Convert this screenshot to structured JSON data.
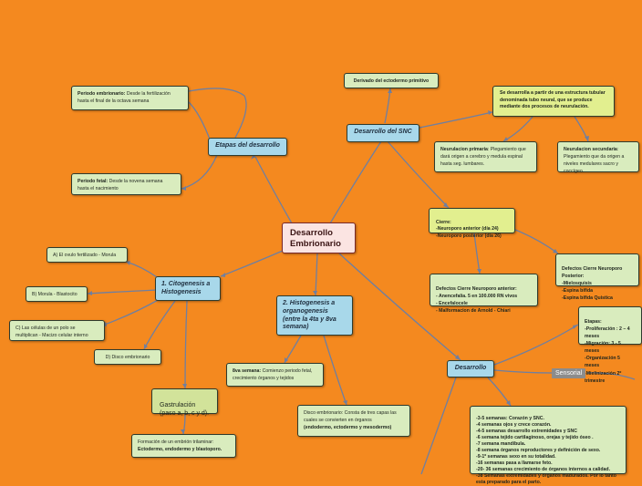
{
  "central": {
    "text": "Desarrollo Embrionario"
  },
  "topics": {
    "etapas": "Etapas del desarrollo",
    "snc": "Desarrollo del SNC",
    "citogenesis": "1. Citogenesis a Histogenesis",
    "histogenesis": "2. Histogenesis a organogenesis (entre la 4ta y 8va semana)",
    "desarrollo": "Desarrollo"
  },
  "sensorial": "Sensorial",
  "nodes": {
    "periodo_embrionario": {
      "bold": "Periodo embrionario:",
      "text": " Desde la fertilización hasta el final de la octava semana"
    },
    "periodo_fetal": {
      "bold": "Periodo fetal:",
      "text": " Desde la novena semana hasta el nacimiento"
    },
    "derivado": {
      "bold": "Derivado del ectodermo primitivo"
    },
    "placa_neural": {
      "bold": "Se desarrolla a partir de una estructura tubular denominada tubo neural, que se produce mediante dos procesos de neurulación."
    },
    "neurulacion_primaria": {
      "bold": "Neurulacion primaria",
      "text": ": Plegamiento que dará origen a cerebro y medula espinal hasta seg. lumbares."
    },
    "neurulacion_secundaria": {
      "bold": "Neurulacion secundaria",
      "text": ": Plegamiento que da origen a niveles medulares sacro y coccígeo."
    },
    "cierre": {
      "text": "Cierre:\n-Neuroporo anterior (día 24)\n-Neuroporo posterior (día 26)"
    },
    "defectos_posterior": {
      "text": "Defectos Cierre Neuroporo Posterior:\n-Mielosquisis\n-Espina bifida\n-Espina bifida Quistica"
    },
    "defectos_anterior": {
      "text": "Defectos Cierre Neuroporo anterior:\n- Anencefalia. 5 en 100.000 RN vivos\n- Encefalocele\n- Malformacion de Arnold - Chiari"
    },
    "ovulo": {
      "text": "A) El ovulo fertilizado - Morula"
    },
    "morula": {
      "text": "B) Morula - Blastocito"
    },
    "celulas": {
      "text": "C) Las células de un polo se multiplican - Macizo celular interno"
    },
    "disco": {
      "text": "D) Disco embrionario"
    },
    "gastrulacion": {
      "text": "Gastrulación\n(paso a, b, c y d)."
    },
    "formacion": {
      "text": "Formación de un embrión trilaminar:",
      "bold": "Ectodermo, endodermo y blastoporo."
    },
    "semana8": {
      "bold": "8va semana:",
      "text": " Comienzo periodo fetal, crecimiento órganos y tejidos"
    },
    "disco_trilaminar": {
      "text": "Disco embrionario: Consta de tres capas las cuales se convierten en órganos",
      "bold": "(endodermo, ectodermo y mesodermo)"
    },
    "etapas_list": {
      "text": "Etapas:\n-Proliferación  : 2 – 4 meses\n-Migración: 3 - 5 meses\n-Organización 5 meses\n-Mielinización 2º trimestre"
    },
    "semanas": {
      "text": "-3-5 semanas: Corazón y SNC.\n-4 semanas ojos y crece corazón.\n-4-5 semanas desarrollo extremidades y SNC\n-6 semana tejido cartilaginoso, orejas  y tejido óseo .\n-7 semana mandíbula.\n-8 semana órganos reproductores y definición de sexo.\n-9-1º semanas sexo en su totalidad.\n-16 semanas pasa a llamarse feto.\n-20- 36 semanas crecimiento de órganos internos a calidad.\n-38 Semanas extremidades y órganos madurados. Por lo tanto esta preparado para el parto."
    }
  }
}
